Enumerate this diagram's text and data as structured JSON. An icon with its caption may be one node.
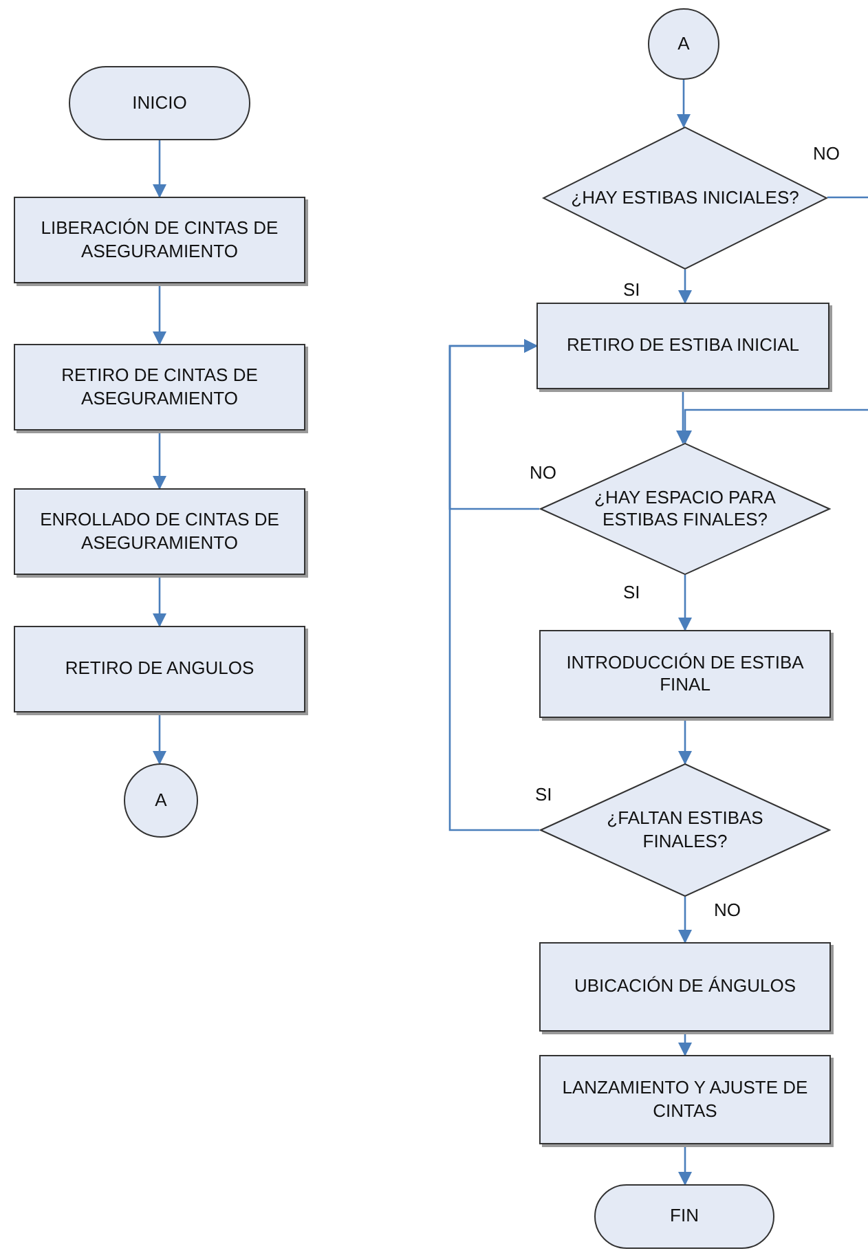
{
  "diagram": {
    "nodes": [
      {
        "text": [
          "INICIO"
        ]
      },
      {
        "text": [
          "LIBERACIÓN DE CINTAS DE ASEGURAMIENTO"
        ]
      },
      {
        "text": [
          "RETIRO DE CINTAS DE ASEGURAMIENTO"
        ]
      },
      {
        "text": [
          "ENROLLADO DE CINTAS DE ASEGURAMIENTO"
        ]
      },
      {
        "text": [
          "RETIRO DE ANGULOS"
        ]
      },
      {
        "text": [
          "A"
        ]
      },
      {
        "text": [
          "A"
        ]
      },
      {
        "text": [
          "¿HAY ESTIBAS INICIALES?"
        ]
      },
      {
        "text": [
          "RETIRO DE ESTIBA INICIAL"
        ]
      },
      {
        "text": [
          "¿HAY ESPACIO PARA ESTIBAS FINALES?"
        ]
      },
      {
        "text": [
          "INTRODUCCIÓN DE ESTIBA FINAL"
        ]
      },
      {
        "text": [
          "¿FALTAN ESTIBAS FINALES?"
        ]
      },
      {
        "text": [
          "UBICACIÓN DE ÁNGULOS"
        ]
      },
      {
        "text": [
          "LANZAMIENTO Y AJUSTE DE CINTAS"
        ]
      },
      {
        "text": [
          "FIN"
        ]
      }
    ],
    "edges": [
      {
        "from": 0,
        "to": 1,
        "arrow": "to"
      },
      {
        "from": 1,
        "to": 2,
        "arrow": "to"
      },
      {
        "from": 2,
        "to": 3,
        "arrow": "to"
      },
      {
        "from": 3,
        "to": 4,
        "arrow": "to"
      },
      {
        "from": 4,
        "to": 5,
        "arrow": "to"
      },
      {
        "from": 6,
        "to": 7,
        "arrow": "to"
      },
      {
        "from": 7,
        "to": 8,
        "arrow": "to",
        "label": "SI"
      },
      {
        "from": 7,
        "to": null,
        "arrow": "none",
        "label": "NO"
      },
      {
        "from": null,
        "to": 9,
        "arrow": "to"
      },
      {
        "from": 8,
        "to": 9,
        "arrow": "to"
      },
      {
        "from": 9,
        "to": 8,
        "arrow": "to",
        "label": "NO"
      },
      {
        "from": 9,
        "to": 10,
        "arrow": "to",
        "label": "SI"
      },
      {
        "from": 10,
        "to": 11,
        "arrow": "to"
      },
      {
        "from": 11,
        "to": 8,
        "arrow": "to",
        "label": "SI"
      },
      {
        "from": 11,
        "to": 12,
        "arrow": "to",
        "label": "NO"
      },
      {
        "from": 12,
        "to": 13,
        "arrow": "to"
      },
      {
        "from": 13,
        "to": 14,
        "arrow": "to"
      }
    ]
  }
}
